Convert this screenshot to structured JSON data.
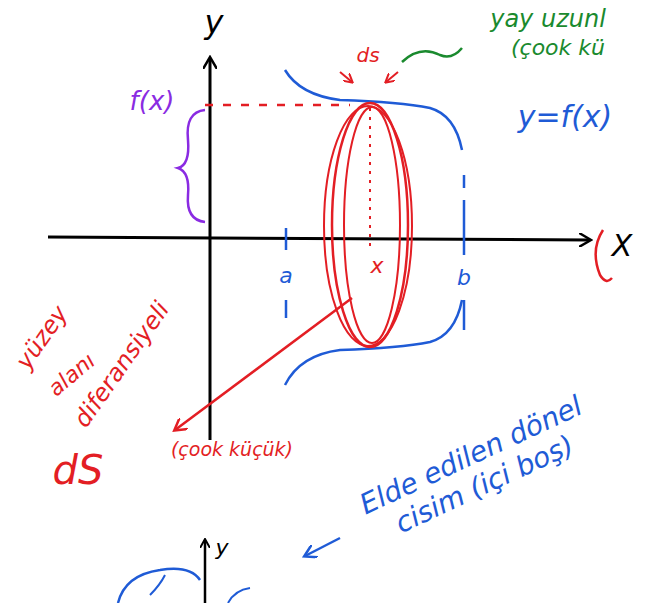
{
  "diagram": {
    "labels": [
      "y",
      "f(x)",
      "ds",
      "yay uzunl",
      "(çook kü",
      "y=f(x)",
      "X",
      "a",
      "b",
      "x",
      "yüzey",
      "alanı",
      "diferansiyeli",
      "dS",
      "(çook küçük)",
      "Elde edilen dönel cisim (içi boş)",
      "y"
    ]
  }
}
